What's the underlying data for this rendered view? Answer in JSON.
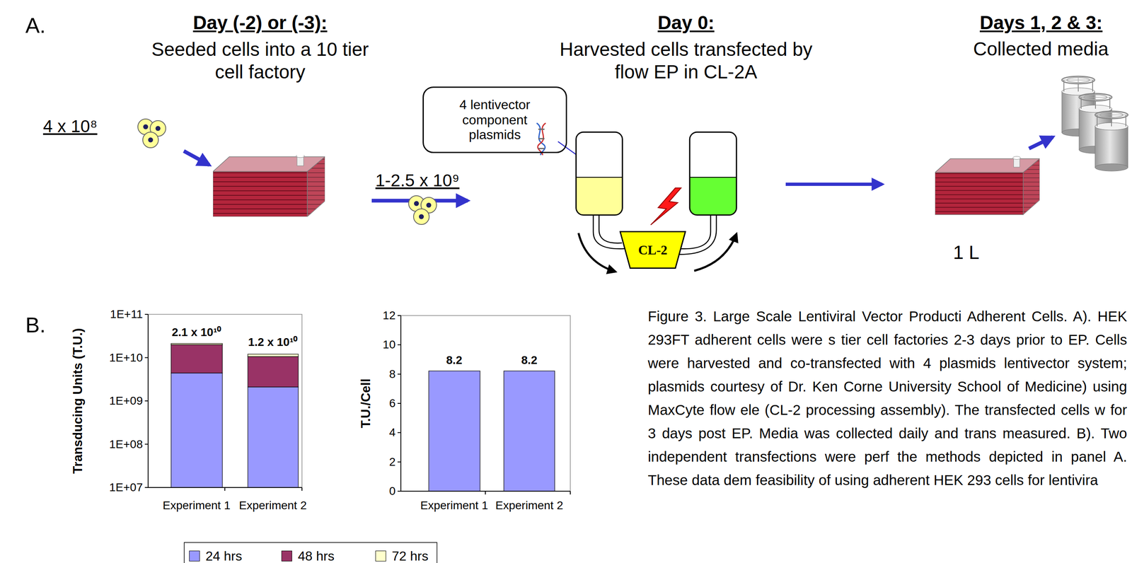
{
  "diagram": {
    "caption": "Figure 3. Large Scale Lentiviral Vector Producti Adherent Cells. A). HEK 293FT adherent cells were s tier cell factories 2-3 days prior to EP. Cells were harvested and co-transfected with 4 plasmids lentivector system; plasmids courtesy of Dr. Ken Corne University School of Medicine) using MaxCyte flow ele (CL-2 processing assembly). The transfected cells w for 3 days post EP. Media was collected daily and trans measured. B). Two independent transfections were perf the methods depicted in panel A. These data dem feasibility of using adherent HEK 293 cells for lentivira",
    "nodes": [
      {
        "text": [
          "4 lentivector component plasmids"
        ]
      },
      {
        "text": [
          "CL-2"
        ]
      }
    ],
    "labels": [
      "A.",
      "Day (-2) or (-3):",
      "Seeded cells into a 10 tier cell factory",
      "4 x 10⁸",
      "1-2.5 x 10⁹",
      "Day 0:",
      "Harvested cells transfected by flow EP in CL-2A",
      "Days 1, 2 & 3:",
      "Collected media",
      "1 L",
      "B.",
      "1E+11",
      "1E+10",
      "1E+09",
      "1E+08",
      "1E+07",
      "Transducing Units (T.U.)",
      "2.1 x 10¹⁰",
      "1.2 x 10¹⁰",
      "Experiment 1",
      "Experiment 2",
      "12",
      "10",
      "8",
      "6",
      "4",
      "2",
      "0",
      "T.U./Cell",
      "8.2",
      "8.2",
      "Experiment 1",
      "Experiment 2"
    ],
    "legend": [
      {
        "text": "24 hrs",
        "color": "#9999ff"
      },
      {
        "text": "48 hrs",
        "color": "#993366"
      },
      {
        "text": "72 hrs",
        "color": "#ffffcc"
      }
    ]
  }
}
